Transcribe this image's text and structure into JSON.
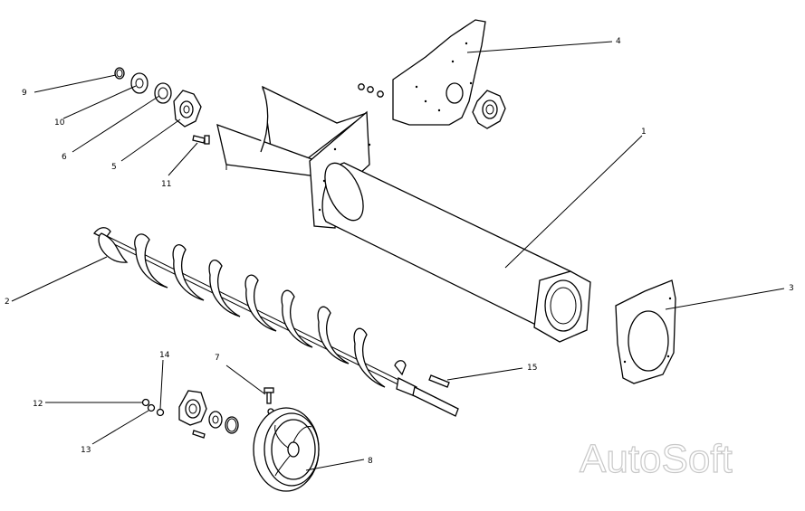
{
  "callouts": [
    {
      "id": "1",
      "text": "1"
    },
    {
      "id": "2",
      "text": "2"
    },
    {
      "id": "3",
      "text": "3"
    },
    {
      "id": "4",
      "text": "4"
    },
    {
      "id": "5",
      "text": "5"
    },
    {
      "id": "6",
      "text": "6"
    },
    {
      "id": "7",
      "text": "7"
    },
    {
      "id": "8",
      "text": "8"
    },
    {
      "id": "9",
      "text": "9"
    },
    {
      "id": "10",
      "text": "10"
    },
    {
      "id": "11",
      "text": "11"
    },
    {
      "id": "12",
      "text": "12"
    },
    {
      "id": "13",
      "text": "13"
    },
    {
      "id": "14",
      "text": "14"
    },
    {
      "id": "15",
      "text": "15"
    }
  ],
  "watermark": "AutoSoft"
}
